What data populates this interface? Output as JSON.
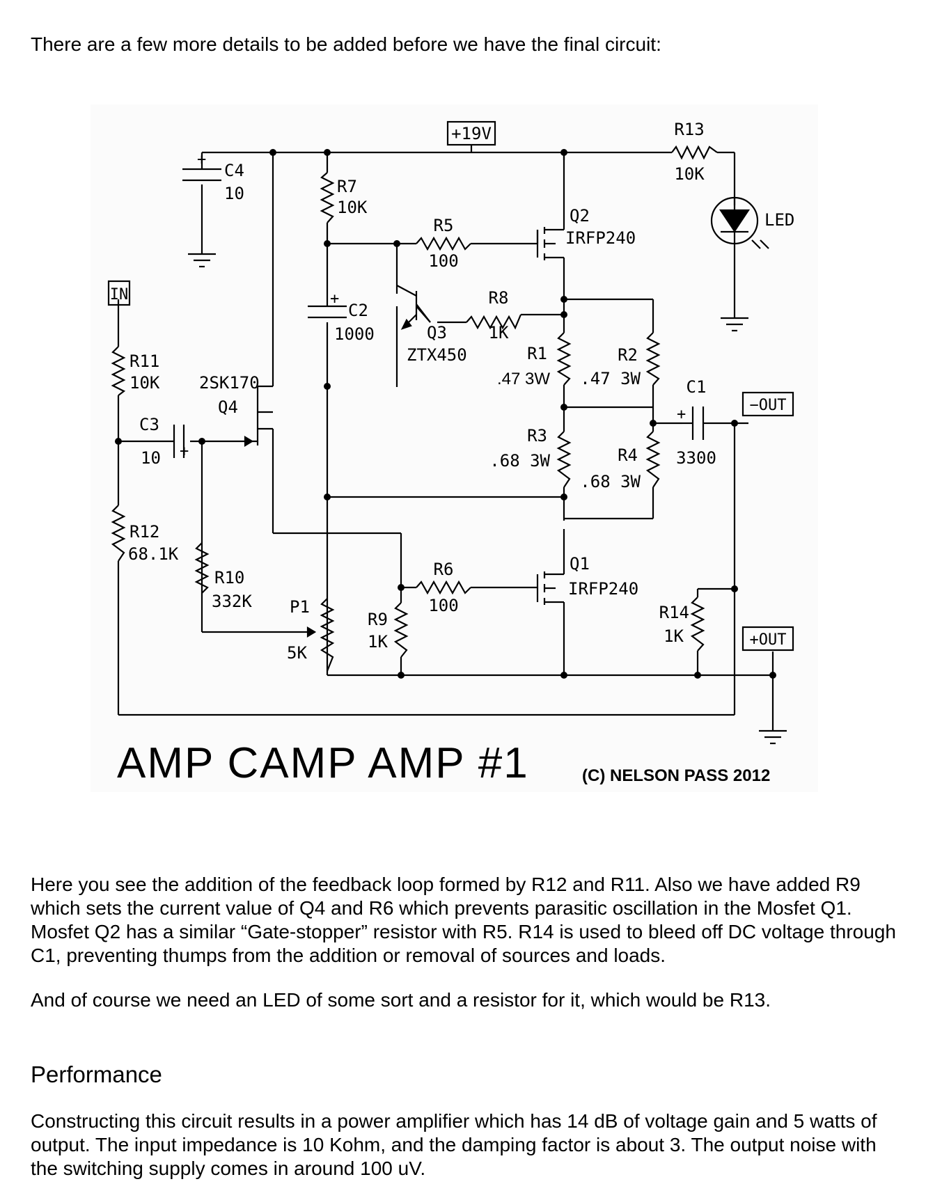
{
  "intro": "There are a few more details to be added before we have the final circuit:",
  "schematic": {
    "supply": "+19V",
    "in": "IN",
    "out_neg": "−OUT",
    "out_pos": "+OUT",
    "title": "AMP CAMP AMP #1",
    "copyright": "(C) NELSON PASS 2012",
    "components": {
      "c4_name": "C4",
      "c4_val": "10",
      "r7_name": "R7",
      "r7_val": "10K",
      "r5_name": "R5",
      "r5_val": "100",
      "q2_name": "Q2",
      "q2_val": "IRFP240",
      "r13_name": "R13",
      "r13_val": "10K",
      "led": "LED",
      "c2_name": "C2",
      "c2_val": "1000",
      "q3_name": "Q3",
      "q3_val": "ZTX450",
      "r8_name": "R8",
      "r8_val": "1K",
      "r1_name": "R1",
      "r1_val": ".47 3W",
      "r2_name": "R2",
      "r2_val": ".47 3W",
      "r11_name": "R11",
      "r11_val": "10K",
      "q4_val": "2SK170",
      "q4_name": "Q4",
      "c3_name": "C3",
      "c3_val": "10",
      "c1_name": "C1",
      "c1_val": "3300",
      "r3_name": "R3",
      "r3_val": ".68 3W",
      "r4_name": "R4",
      "r4_val": ".68 3W",
      "r12_name": "R12",
      "r12_val": "68.1K",
      "r6_name": "R6",
      "r6_val": "100",
      "q1_name": "Q1",
      "q1_val": "IRFP240",
      "r10_name": "R10",
      "r10_val": "332K",
      "p1_name": "P1",
      "p1_val": "5K",
      "r9_name": "R9",
      "r9_val": "1K",
      "r14_name": "R14",
      "r14_val": "1K"
    }
  },
  "para1": "Here you see the addition of the feedback loop formed by R12 and R11.  Also we have added R9 which sets the current value of Q4 and R6 which prevents parasitic oscillation in the Mosfet Q1.  Mosfet Q2 has a similar “Gate-stopper” resistor with R5.  R14 is used to bleed off DC voltage through C1, preventing thumps from the addition or removal of sources and loads.",
  "para2": "And of course we need an LED of some sort and a resistor for it, which would be R13.",
  "perf_heading": "Performance",
  "para3": "Constructing this circuit results in a power amplifier which has 14 dB of voltage gain and 5 watts of output.  The input impedance is 10 Kohm, and the damping factor is about 3. The output noise with the switching supply comes in around 100 uV."
}
